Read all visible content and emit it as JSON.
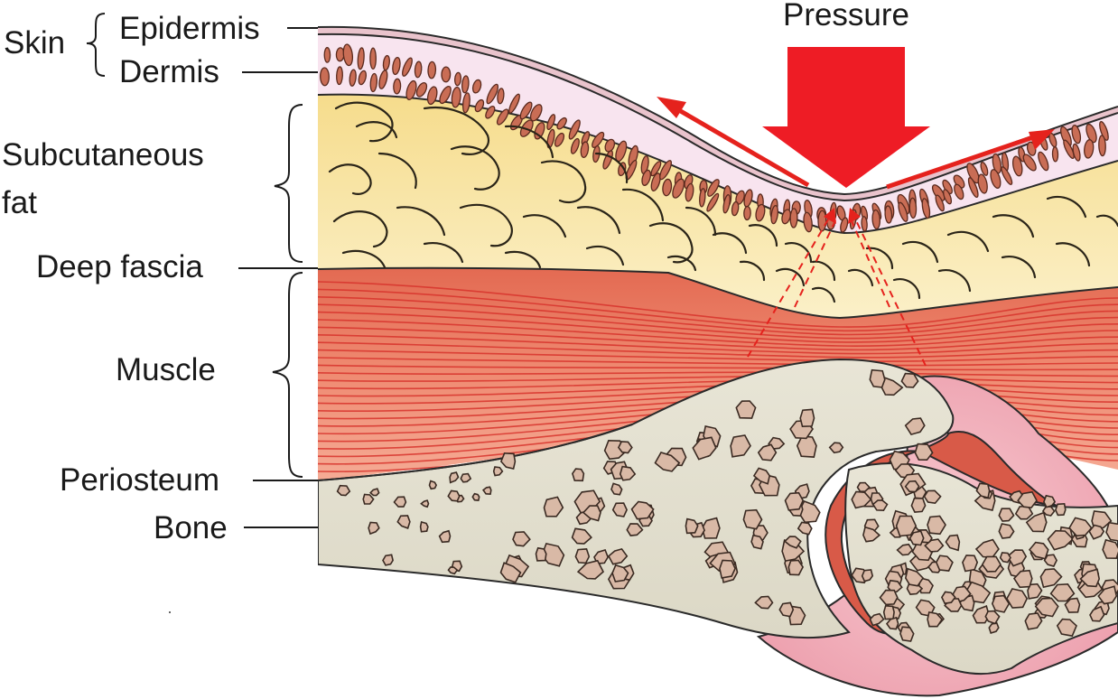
{
  "title": "Pressure",
  "labels": {
    "skin": "Skin",
    "epidermis": "Epidermis",
    "dermis": "Dermis",
    "subcutaneous_1": "Subcutaneous",
    "subcutaneous_2": "fat",
    "deep_fascia": "Deep fascia",
    "muscle": "Muscle",
    "periosteum": "Periosteum",
    "bone": "Bone"
  },
  "colors": {
    "pressure_arrow": "#ee1c25",
    "force_arrows": "#e5221d",
    "dermis": "#f8e4ef",
    "fat": "#f7e3a6",
    "muscle": "#e8735c",
    "bone": "#e4e1d2",
    "cartilage": "#f1b6c0"
  }
}
